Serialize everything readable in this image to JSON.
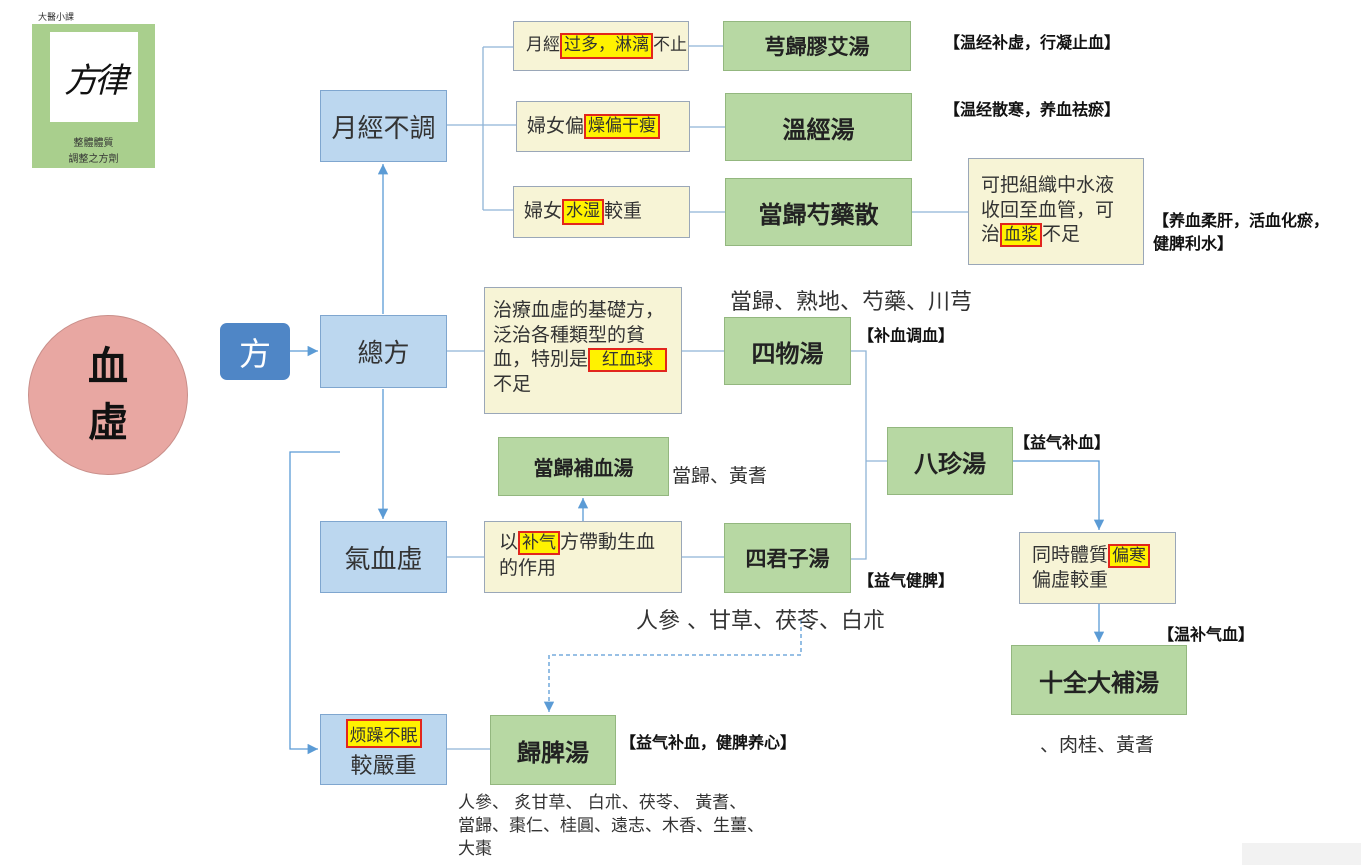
{
  "logo": {
    "top_text": "大醫小課",
    "calligraphy": "方律",
    "caption_line1": "整體體質",
    "caption_line2": "調整之方劑"
  },
  "main_topic": {
    "line1": "血",
    "line2": "虛"
  },
  "fang_label": "方",
  "categories": {
    "menstrual": "月經不調",
    "general": "總方",
    "qi_blood": "氣血虛",
    "severe_text": "較嚴重",
    "severe_highlight": "烦躁不眠"
  },
  "conditions": {
    "c1": {
      "pre": "月經",
      "hl": "过多，淋漓",
      "post": "不止"
    },
    "c2": {
      "pre": "婦女偏",
      "hl": "燥偏干瘦",
      "post": ""
    },
    "c3": {
      "pre": "婦女",
      "hl": "水湿",
      "post": "較重"
    },
    "c4": {
      "pre": "治療血虛的基礎方，泛治各種類型的貧血，特別是",
      "hl": "红血球",
      "post": "不足"
    },
    "c5": {
      "pre": "以",
      "hl": "补气",
      "post": "方帶動生血的作用"
    },
    "c6": {
      "pre": "同時體質",
      "hl": "偏寒",
      "post": "偏虛較重"
    },
    "c7": {
      "pre": "可把組織中水液收回至血管，可治",
      "hl": "血浆",
      "post": "不足"
    }
  },
  "formulas": {
    "f1": "芎歸膠艾湯",
    "f2": "溫經湯",
    "f3": "當歸芍藥散",
    "f4": "四物湯",
    "f5": "當歸補血湯",
    "f6": "四君子湯",
    "f7": "八珍湯",
    "f8": "十全大補湯",
    "f9": "歸脾湯"
  },
  "effects": {
    "e1": "【温经补虚，行凝止血】",
    "e2": "【温经散寒，养血祛瘀】",
    "e3a": "【养血柔肝，活血化瘀，",
    "e3b": "健脾利水】",
    "e4": "【补血调血】",
    "e7": "【益气补血】",
    "e6": "【益气健脾】",
    "e8": "【温补气血】",
    "e9": "【益气补血，健脾养心】"
  },
  "ingredients": {
    "siwu": "當歸、熟地、芍藥、川芎",
    "buxue": "當歸、黃耆",
    "sijunzi": "人參 、甘草、茯苓、白朮",
    "shiquan": "、肉桂、黃耆",
    "guipi_line1": "人參、 炙甘草、 白朮、茯苓、 黃耆、",
    "guipi_line2": "當歸、棗仁、桂圓、遠志、木香、生薑、",
    "guipi_line3": "大棗"
  },
  "colors": {
    "main_circle": "#e8a7a2",
    "fang_box": "#4f86c6",
    "category_box": "#bcd7ef",
    "condition_box": "#f7f4d6",
    "formula_box": "#b7d8a3",
    "highlight": "#fff200",
    "highlight_border": "#e2261d",
    "connector": "#5b9bd5"
  }
}
